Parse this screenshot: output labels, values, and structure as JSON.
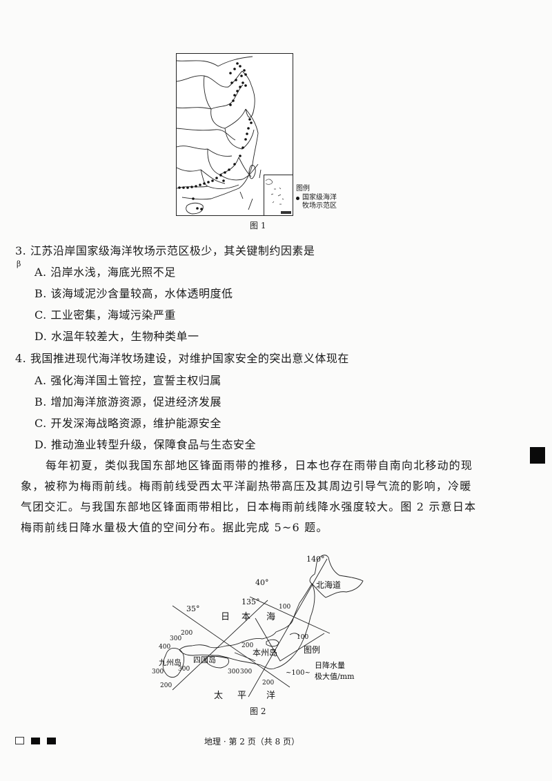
{
  "figure1": {
    "caption": "图 1",
    "legend_title": "图例",
    "legend_item_line1": "国家级海洋",
    "legend_item_line2": "牧场示范区",
    "legend_symbol": "black-dot"
  },
  "question3": {
    "number": "3.",
    "stem": "江苏沿岸国家级海洋牧场示范区极少，其关键制约因素是",
    "mark": "β",
    "options": [
      {
        "label": "A.",
        "text": "沿岸水浅，海底光照不足"
      },
      {
        "label": "B.",
        "text": "该海域泥沙含量较高，水体透明度低"
      },
      {
        "label": "C.",
        "text": "工业密集，海域污染严重"
      },
      {
        "label": "D.",
        "text": "水温年较差大，生物种类单一"
      }
    ]
  },
  "question4": {
    "number": "4.",
    "stem": "我国推进现代海洋牧场建设，对维护国家安全的突出意义体现在",
    "options": [
      {
        "label": "A.",
        "text": "强化海洋国土管控，宣誓主权归属"
      },
      {
        "label": "B.",
        "text": "增加海洋旅游资源，促进经济发展"
      },
      {
        "label": "C.",
        "text": "开发深海战略资源，维护能源安全"
      },
      {
        "label": "D.",
        "text": "推动渔业转型升级，保障食品与生态安全"
      }
    ]
  },
  "passage": {
    "lines": [
      "每年初夏，类似我国东部地区锋面雨带的推移，日本也存在雨带自南向北移动的现",
      "象，被称为梅雨前线。梅雨前线受西太平洋副热带高压及其周边引导气流的影响，冷暖",
      "气团交汇。与我国东部地区锋面雨带相比，日本梅雨前线降水强度较大。图 2 示意日本",
      "梅雨前线日降水量极大值的空间分布。据此完成 5~6 题。"
    ]
  },
  "figure2": {
    "caption": "图 2",
    "labels": {
      "lat35": "35°",
      "lat40": "40°",
      "lon135": "135°",
      "lon140": "140°",
      "sea_japan_1": "日",
      "sea_japan_2": "本",
      "sea_japan_3": "海",
      "pacific_1": "太",
      "pacific_2": "平",
      "pacific_3": "洋",
      "hokkaido": "北海道",
      "honshu": "本州岛",
      "shikoku": "四国岛",
      "kyushu": "九州岛"
    },
    "isolines": [
      "100",
      "100",
      "200",
      "200",
      "200",
      "300",
      "300",
      "300",
      "300",
      "200",
      "200",
      "300",
      "400"
    ],
    "legend_title": "图例",
    "legend_symbol": "~100~",
    "legend_text_line1": "日降水量",
    "legend_text_line2": "极大值/mm"
  },
  "footer": {
    "text": "地理 · 第 2 页（共 8 页）",
    "marks": [
      "empty-box",
      "filled-box",
      "filled-box"
    ]
  }
}
